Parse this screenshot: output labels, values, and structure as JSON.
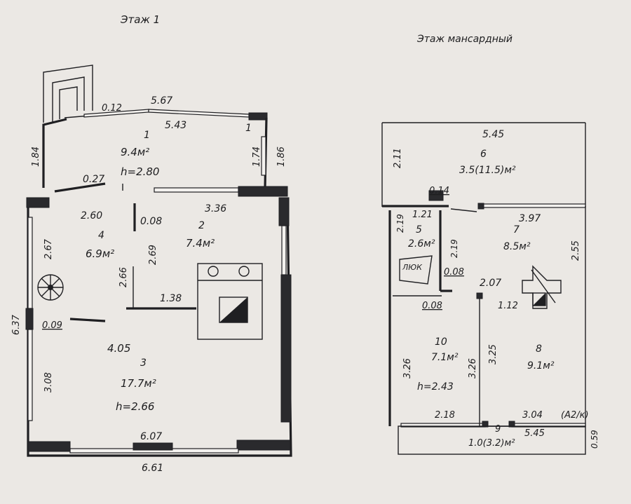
{
  "floor1": {
    "title": "Этаж 1",
    "dims": {
      "d012": "0.12",
      "d567": "5.67",
      "d543": "5.43",
      "d1": "1",
      "d184": "1.84",
      "d174": "1.74",
      "d186": "1.86",
      "d027": "0.27",
      "d260": "2.60",
      "d008": "0.08",
      "d336": "3.36",
      "d267": "2.67",
      "d269": "2.69",
      "d266": "2.66",
      "d138": "1.38",
      "d637": "6.37",
      "d009": "0.09",
      "d405": "4.05",
      "d308": "3.08",
      "d607": "6.07",
      "d661": "6.61"
    },
    "rooms": {
      "r1": {
        "num": "1",
        "area": "9.4м²",
        "h": "h=2.80"
      },
      "r2": {
        "num": "2",
        "area": "7.4м²"
      },
      "r3": {
        "num": "3",
        "area": "17.7м²",
        "h": "h=2.66"
      },
      "r4": {
        "num": "4",
        "area": "6.9м²"
      }
    }
  },
  "attic": {
    "title": "Этаж мансардный",
    "dims": {
      "d545top": "5.45",
      "d211": "2.11",
      "d014": "0.14",
      "d121": "1.21",
      "d219a": "2.19",
      "d219b": "2.19",
      "d397": "3.97",
      "d255": "2.55",
      "d008a": "0.08",
      "d207": "2.07",
      "d008b": "0.08",
      "d112": "1.12",
      "d326a": "3.26",
      "d326b": "3.26",
      "d325": "3.25",
      "d218": "2.18",
      "d304": "3.04",
      "d545bot": "5.45",
      "d059": "0.59",
      "mark": "(А2/к)"
    },
    "hatch": "ЛЮК",
    "rooms": {
      "r5": {
        "num": "5",
        "area": "2.6м²"
      },
      "r6": {
        "num": "6",
        "area": "3.5(11.5)м²"
      },
      "r7": {
        "num": "7",
        "area": "8.5м²"
      },
      "r8": {
        "num": "8",
        "area": "9.1м²"
      },
      "r9": {
        "num": "9",
        "area": "1.0(3.2)м²"
      },
      "r10": {
        "num": "10",
        "area": "7.1м²",
        "h": "h=2.43"
      }
    }
  }
}
